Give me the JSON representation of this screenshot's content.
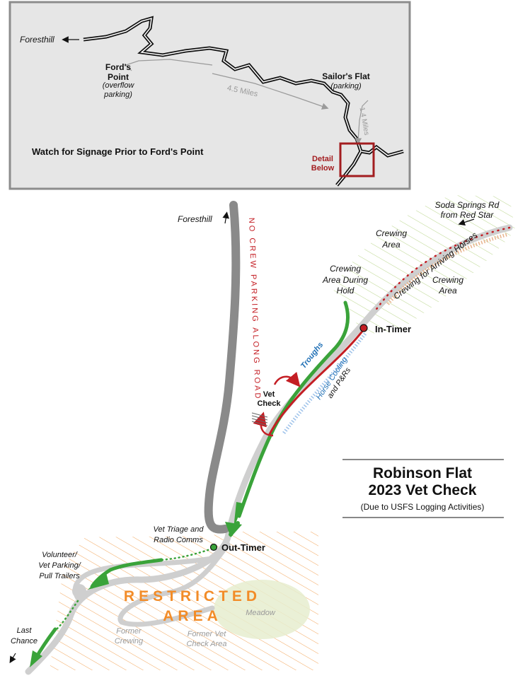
{
  "inset": {
    "foresthill": "Foresthill",
    "fords_point": [
      "Ford's",
      "Point"
    ],
    "fords_point_note": [
      "(overflow",
      "parking)"
    ],
    "sailors_flat": "Sailor's Flat",
    "sailors_flat_note": "(parking)",
    "dist_fords": "4.5 Miles",
    "dist_sailors": "1.4 Miles",
    "signage": "Watch for Signage Prior to Ford's Point",
    "detail": [
      "Detail",
      "Below"
    ]
  },
  "map": {
    "foresthill": "Foresthill",
    "no_crew": "NO CREW PARKING ALONG ROAD",
    "soda_springs": [
      "Soda Springs Rd",
      "from Red Star"
    ],
    "crewing_area_top": [
      "Crewing",
      "Area"
    ],
    "crewing_arriving": "Crewing for Arriving Horses",
    "crewing_area_right": [
      "Crewing",
      "Area"
    ],
    "crewing_hold": [
      "Crewing",
      "Area During",
      "Hold"
    ],
    "in_timer": "In-Timer",
    "troughs": "Troughs",
    "horse_cooling": "Horse Cooling",
    "pnr": "and P&Rs",
    "vet_check": [
      "Vet",
      "Check"
    ],
    "vet_triage": [
      "Vet Triage and",
      "Radio Comms"
    ],
    "out_timer": "Out-Timer",
    "volunteer": [
      "Volunteer/",
      "Vet Parking/",
      "Pull Trailers"
    ],
    "restricted": [
      "RESTRICTED",
      "AREA"
    ],
    "meadow": "Meadow",
    "former_crewing": [
      "Former",
      "Crewing"
    ],
    "former_vet": [
      "Former Vet",
      "Check Area"
    ],
    "last_chance": [
      "Last",
      "Chance"
    ]
  },
  "title": {
    "line1": "Robinson Flat",
    "line2": "2023 Vet Check",
    "line3": "(Due to USFS Logging Activities)"
  },
  "colors": {
    "road": "#8a8a8a",
    "trail_green": "#3aa33a",
    "red": "#c41e24",
    "blue": "#3b86c8",
    "orange": "#f28c28",
    "inset_bg": "#e6e6e6"
  }
}
